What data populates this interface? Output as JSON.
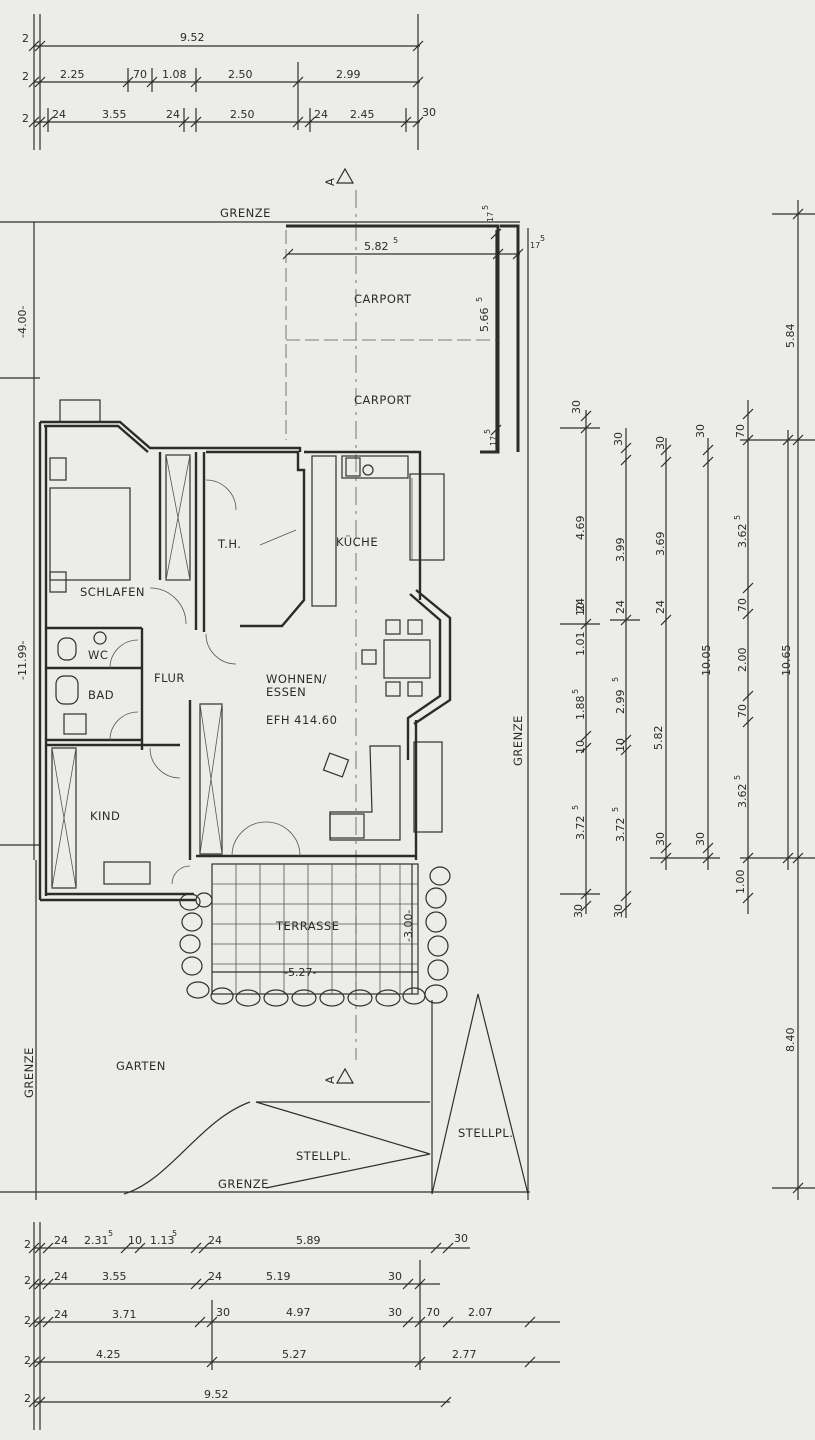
{
  "plan": {
    "rooms": {
      "carport_1": "CARPORT",
      "carport_2": "CARPORT",
      "th": "T.H.",
      "kueche": "KÜCHE",
      "schlafen": "SCHLAFEN",
      "wc": "WC",
      "bad": "BAD",
      "flur": "FLUR",
      "wohnen_1": "WOHNEN/",
      "wohnen_2": "ESSEN",
      "efh": "EFH 414.60",
      "kind": "KIND",
      "terrasse": "TERRASSE",
      "garten": "GARTEN",
      "stellpl_1": "STELLPL.",
      "stellpl_2": "STELLPL."
    },
    "grenze": {
      "top": "GRENZE",
      "bottom": "GRENZE",
      "left": "GRENZE",
      "right": "GRENZE"
    },
    "section_marks": {
      "top": "A",
      "bottom": "A"
    },
    "carport_dims": {
      "width": "5.82",
      "width_sup": "5",
      "depth": "5.66",
      "depth_sup": "5",
      "offset_top": "17",
      "offset_top_sup": "5",
      "offset_right": "17",
      "offset_right_sup": "5",
      "offset_bottom": "17",
      "offset_bottom_sup": "5"
    },
    "terrace_dims": {
      "width": "-5.27-",
      "depth": "-3.00-"
    },
    "left_dims": {
      "upper": "-4.00-",
      "total": "-11.99-"
    },
    "right_dims": {
      "upper": "5.84",
      "lower": "8.40"
    }
  },
  "top_dims": {
    "row1": [
      "2",
      "9.52"
    ],
    "row2": [
      "2",
      "2.25",
      "70",
      "1.08",
      "2.50",
      "2.99"
    ],
    "row3": [
      "2",
      "24",
      "3.55",
      "24",
      "2.50",
      "24",
      "2.45",
      "30"
    ]
  },
  "bottom_dims": {
    "row1": [
      {
        "t": "2"
      },
      {
        "t": "24"
      },
      {
        "t": "2.31",
        "sup": "5"
      },
      {
        "t": "10"
      },
      {
        "t": "1.13",
        "sup": "5"
      },
      {
        "t": "24"
      },
      {
        "t": "5.89"
      },
      {
        "t": "30"
      }
    ],
    "row2": [
      "2",
      "24",
      "3.55",
      "24",
      "5.19",
      "30"
    ],
    "row3": [
      "2",
      "24",
      "3.71",
      "30",
      "4.97",
      "30",
      "70",
      "2.07"
    ],
    "row4": [
      "2",
      "4.25",
      "5.27",
      "2.77"
    ],
    "row5": [
      "2",
      "9.52"
    ]
  },
  "side_dims": {
    "col1": [
      {
        "t": "30"
      },
      {
        "t": "1.01"
      },
      {
        "t": "10"
      },
      {
        "t": "4.69"
      },
      {
        "t": "24"
      },
      {
        "t": "1.88",
        "sup": "5"
      },
      {
        "t": "10"
      },
      {
        "t": "3.72",
        "sup": "5"
      },
      {
        "t": "30"
      }
    ],
    "col2": [
      {
        "t": "30"
      },
      {
        "t": "3.99"
      },
      {
        "t": "24"
      },
      {
        "t": "2.99",
        "sup": "5"
      },
      {
        "t": "10"
      },
      {
        "t": "3.72",
        "sup": "5"
      },
      {
        "t": "30"
      }
    ],
    "col3": [
      {
        "t": "30"
      },
      {
        "t": "3.69"
      },
      {
        "t": "24"
      },
      {
        "t": "5.82"
      },
      {
        "t": "30"
      }
    ],
    "col4": [
      {
        "t": "30"
      },
      {
        "t": "10.05"
      },
      {
        "t": "30"
      }
    ],
    "col5": [
      {
        "t": "70"
      },
      {
        "t": "3.62",
        "sup": "5"
      },
      {
        "t": "70"
      },
      {
        "t": "2.00"
      },
      {
        "t": "70"
      },
      {
        "t": "3.62",
        "sup": "5"
      },
      {
        "t": "1.00"
      }
    ],
    "col6": [
      {
        "t": "10.65"
      }
    ]
  }
}
